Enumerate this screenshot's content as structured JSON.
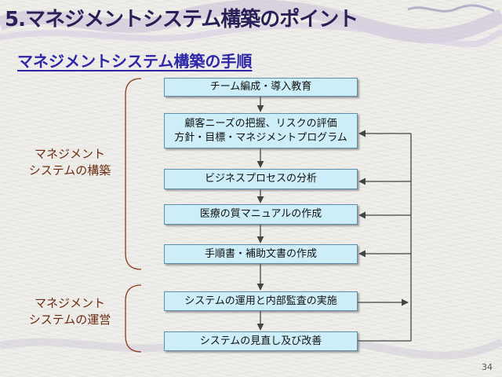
{
  "slide": {
    "title": "5.マネジメントシステム構築のポイント",
    "subtitle": "マネジメントシステム構築の手順",
    "page_number": "34"
  },
  "phases": [
    {
      "label": "マネジメント\nシステムの構築"
    },
    {
      "label": "マネジメント\nシステムの運営"
    }
  ],
  "steps": [
    {
      "text": "チーム編成・導入教育"
    },
    {
      "text": "顧客ニーズの把握、リスクの評価\n方針・目標・マネジメントプログラム"
    },
    {
      "text": "ビジネスプロセスの分析"
    },
    {
      "text": "医療の質マニュアルの作成"
    },
    {
      "text": "手順書・補助文書の作成"
    },
    {
      "text": "システムの運用と内部監査の実施"
    },
    {
      "text": "システムの見直し及び改善"
    }
  ],
  "colors": {
    "title": "#2a1f57",
    "subtitle": "#2d27a8",
    "box_fill": "#cdeef8",
    "box_border": "#5f8fa8",
    "phase_text": "#6b2c10",
    "bracket": "#8a3a1a",
    "connector": "#444444"
  }
}
